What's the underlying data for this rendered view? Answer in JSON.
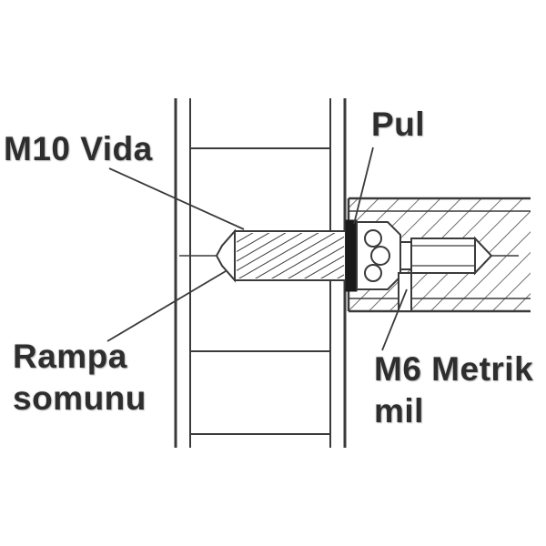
{
  "labels": {
    "screw": "M10 Vida",
    "washer": "Pul",
    "ramp_nut_line1": "Rampa",
    "ramp_nut_line2": "somunu",
    "shaft_line1": "M6 Metrik",
    "shaft_line2": "mil"
  },
  "colors": {
    "line": "#3a3a3a",
    "text": "#2e2e2e",
    "washer": "#1a1a1a",
    "background": "#ffffff"
  }
}
